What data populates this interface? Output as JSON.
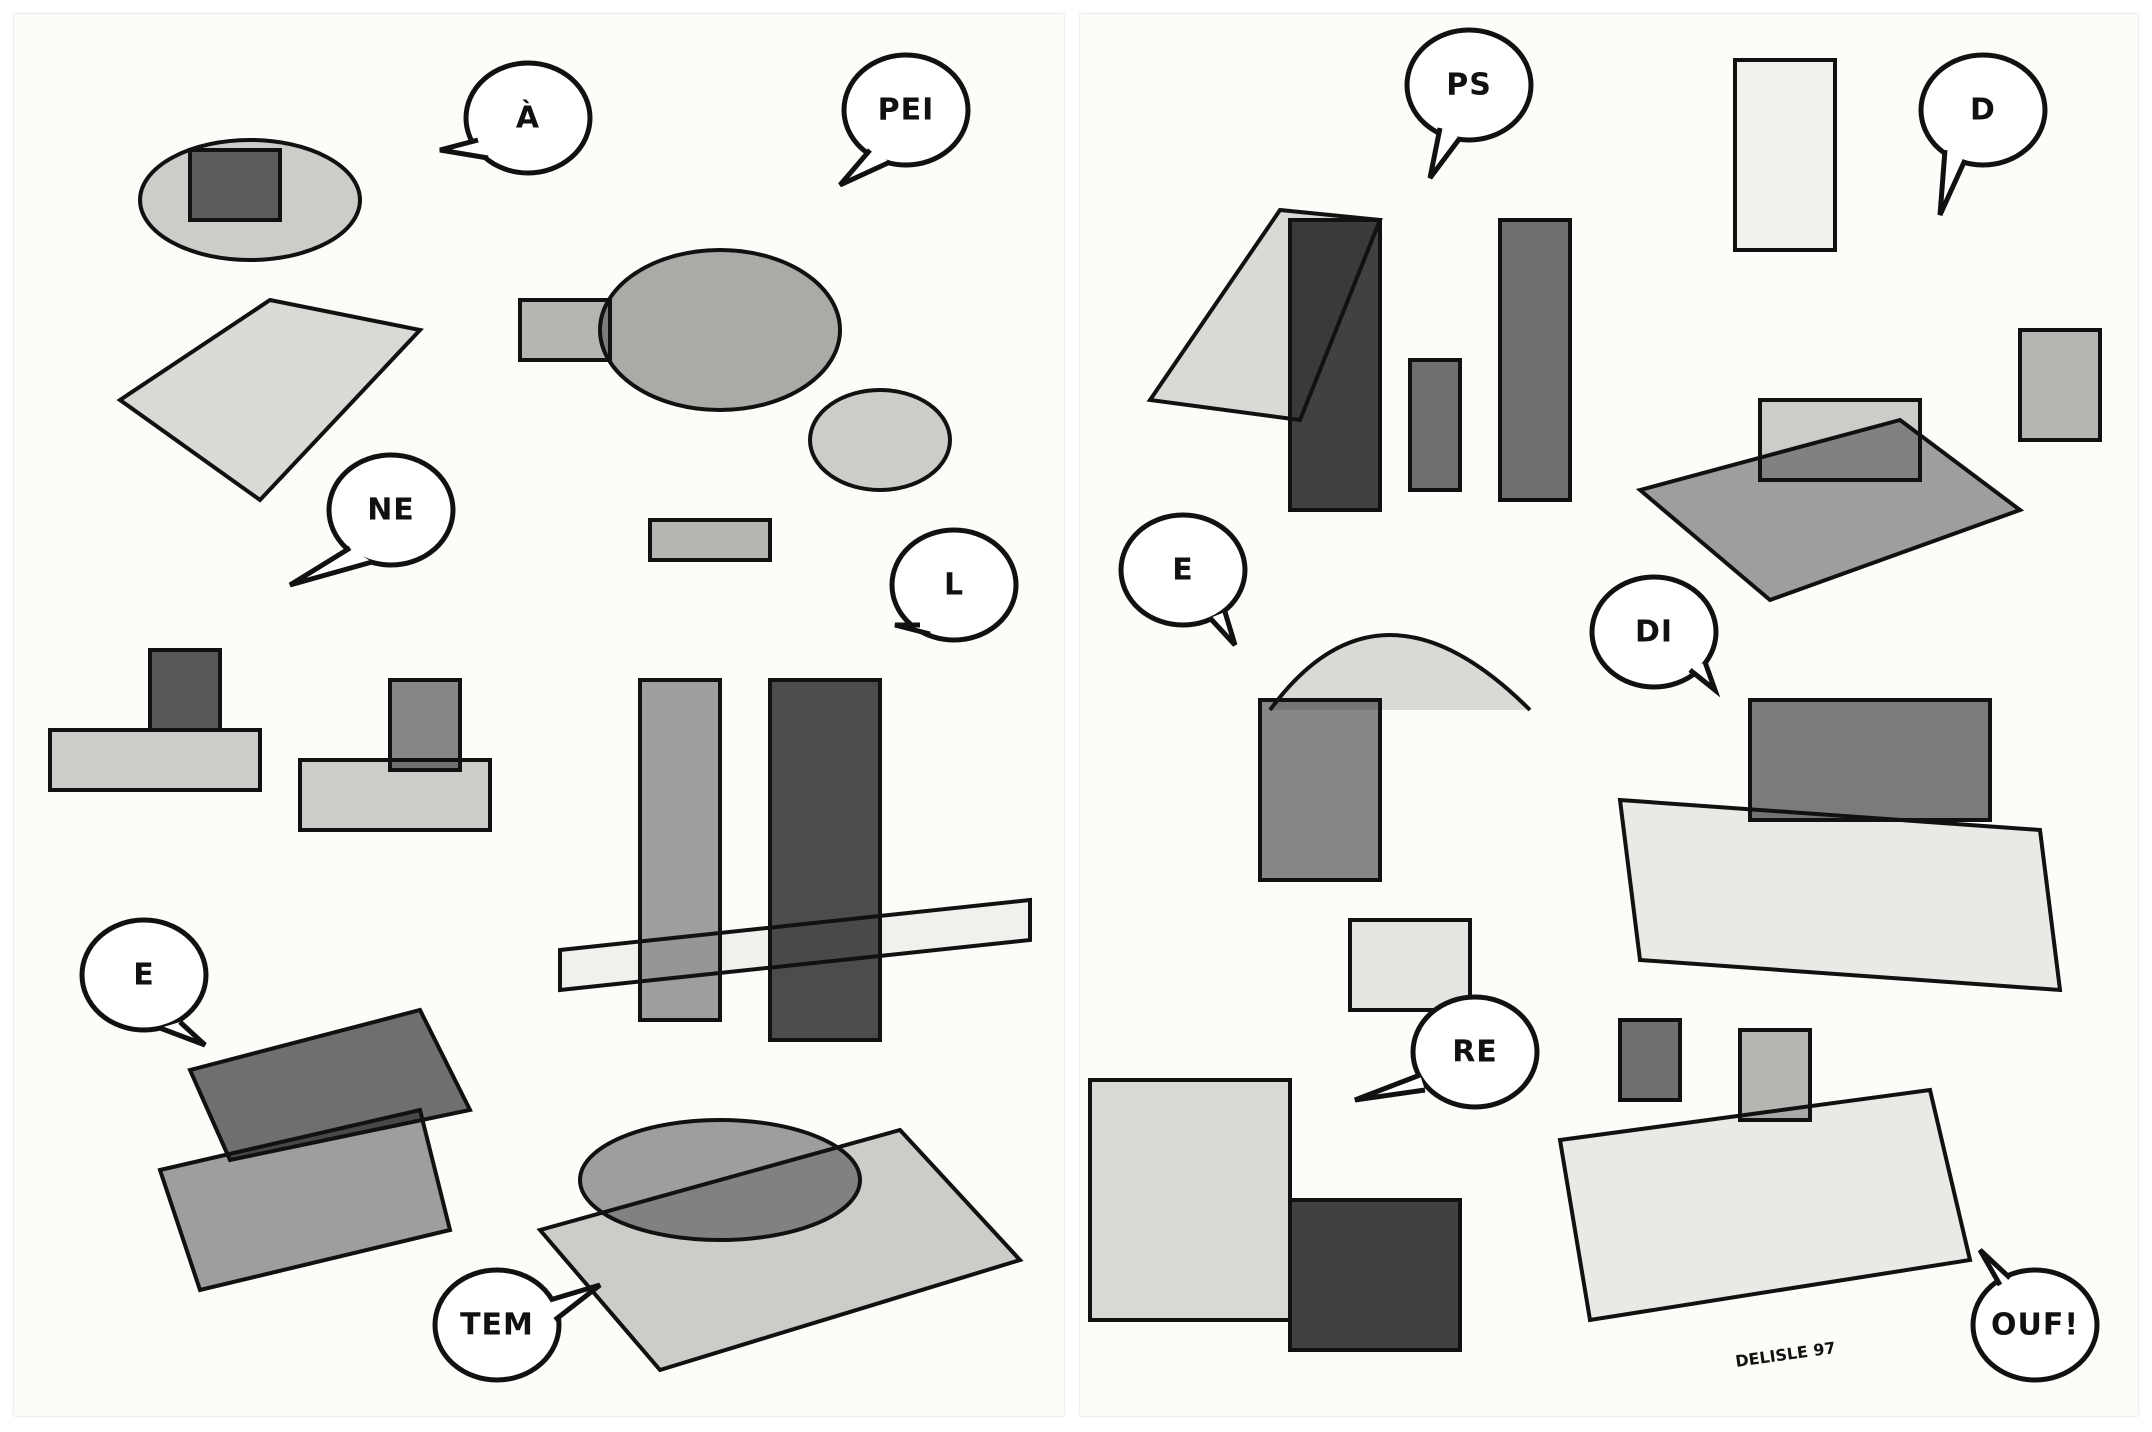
{
  "bubbles": {
    "left": [
      "À",
      "PEI",
      "NE",
      "L",
      "E",
      "TEM"
    ],
    "right": [
      "PS",
      "D",
      "E",
      "DI",
      "RE",
      "OUF!"
    ]
  },
  "signature": "DELISLE 97",
  "colors": {
    "ink": "#111111",
    "paper": "#fdfcf8"
  }
}
